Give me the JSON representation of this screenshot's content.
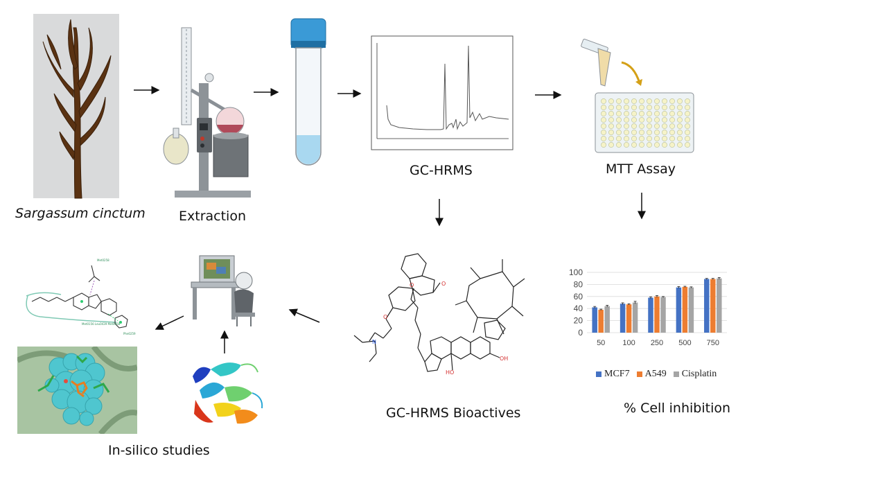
{
  "labels": {
    "seaweed": "Sargassum cinctum",
    "extraction": "Extraction",
    "gchrms": "GC-HRMS",
    "mtt": "MTT Assay",
    "bioactives": "GC-HRMS Bioactives",
    "inhibition": "% Cell inhibition",
    "insilico": "In-silico studies"
  },
  "colors": {
    "seaweed": "#5a3212",
    "flask_liquid": "#b04a5a",
    "tube_cap": "#3a9ad6",
    "tube_liquid": "#a9d8f0",
    "well": "#f6f3c8",
    "protein_surface": "#4fc6cf",
    "ligand": "#e67e22"
  },
  "chart_data": {
    "type": "bar",
    "categories": [
      "50",
      "100",
      "250",
      "500",
      "750"
    ],
    "series": [
      {
        "name": "MCF7",
        "values": [
          42,
          48,
          58,
          75,
          89
        ],
        "errors": [
          1.5,
          1.5,
          1.5,
          1.5,
          1.0
        ],
        "color": "#4472c4"
      },
      {
        "name": "A549",
        "values": [
          38,
          47,
          60,
          76,
          89
        ],
        "errors": [
          1.0,
          1.0,
          1.5,
          1.0,
          1.0
        ],
        "color": "#ed7d31"
      },
      {
        "name": "Cisplatin",
        "values": [
          44,
          50,
          59,
          75,
          90
        ],
        "errors": [
          1.5,
          2.0,
          1.0,
          1.0,
          1.5
        ],
        "color": "#a5a5a5"
      }
    ],
    "yticks": [
      "0",
      "20",
      "40",
      "60",
      "80",
      "100"
    ],
    "ylim": [
      0,
      100
    ],
    "grid": true,
    "legend": "bottom",
    "xlabel": "",
    "ylabel": ""
  }
}
